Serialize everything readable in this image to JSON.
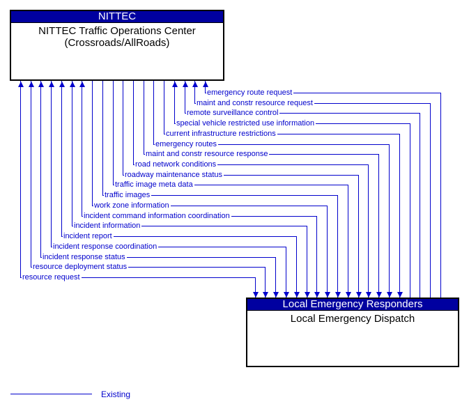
{
  "top_box": {
    "header": "NITTEC",
    "line1": "NITTEC Traffic Operations Center",
    "line2": "(Crossroads/AllRoads)"
  },
  "bottom_box": {
    "header": "Local Emergency Responders",
    "line1": "Local Emergency Dispatch"
  },
  "flows": [
    {
      "label": "emergency route request",
      "direction": "up"
    },
    {
      "label": "maint and constr resource request",
      "direction": "up"
    },
    {
      "label": "remote surveillance control",
      "direction": "up"
    },
    {
      "label": "special vehicle restricted use information",
      "direction": "up"
    },
    {
      "label": "current infrastructure restrictions",
      "direction": "down"
    },
    {
      "label": "emergency routes",
      "direction": "down"
    },
    {
      "label": "maint and constr resource response",
      "direction": "down"
    },
    {
      "label": "road network conditions",
      "direction": "down"
    },
    {
      "label": "roadway maintenance status",
      "direction": "down"
    },
    {
      "label": "traffic image meta data",
      "direction": "down"
    },
    {
      "label": "traffic images",
      "direction": "down"
    },
    {
      "label": "work zone information",
      "direction": "down"
    },
    {
      "label": "incident command information coordination",
      "direction": "both"
    },
    {
      "label": "incident information",
      "direction": "both"
    },
    {
      "label": "incident report",
      "direction": "both"
    },
    {
      "label": "incident response coordination",
      "direction": "both"
    },
    {
      "label": "incident response status",
      "direction": "both"
    },
    {
      "label": "resource deployment status",
      "direction": "both"
    },
    {
      "label": "resource request",
      "direction": "both"
    }
  ],
  "legend": {
    "label": "Existing"
  },
  "colors": {
    "line": "#0000CC",
    "header_bg": "#0000A0",
    "header_text": "#FFFFFF",
    "body_text": "#000000",
    "box_border": "#000000"
  }
}
